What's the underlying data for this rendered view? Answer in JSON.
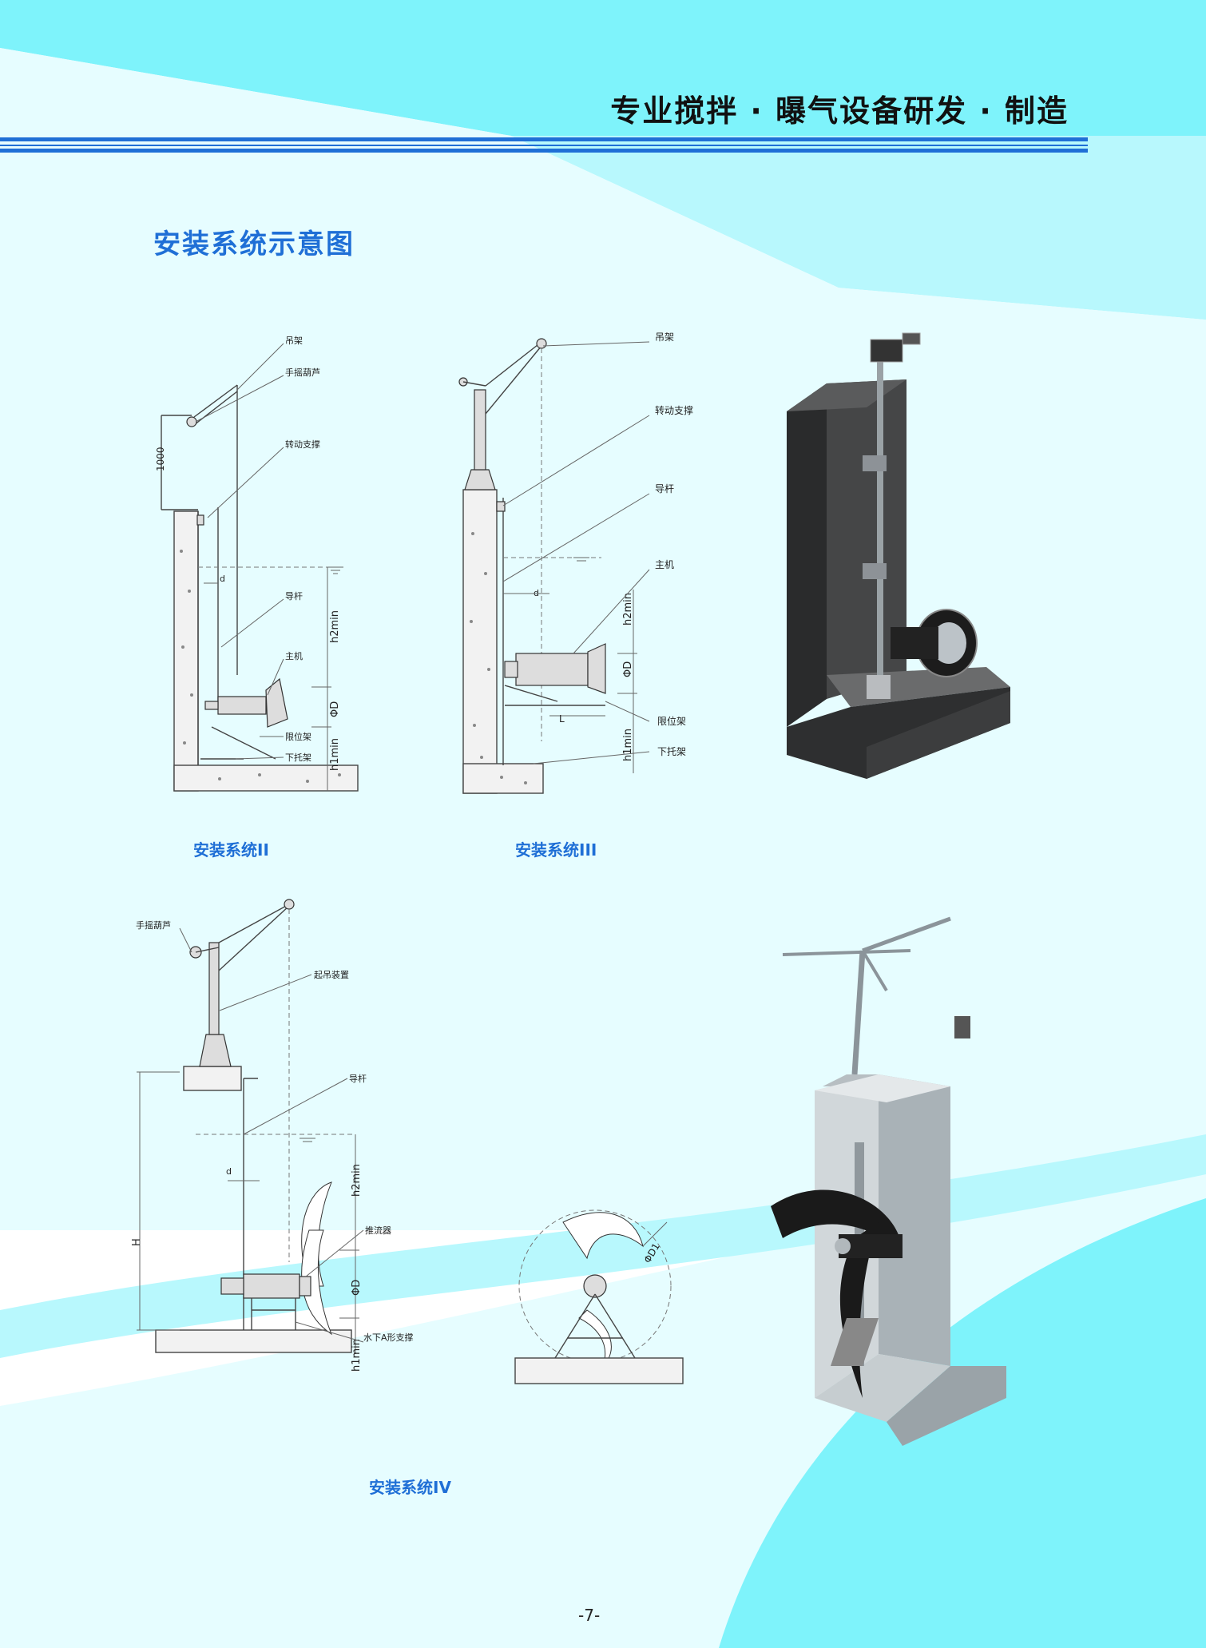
{
  "header": {
    "title": "专业搅拌 · 曝气设备研发 · 制造"
  },
  "section_title": "安装系统示意图",
  "colors": {
    "accent_blue": "#1f6fd6",
    "header_line": "#1f6fd6",
    "background_cyan": "#7ef3fb"
  },
  "diagram_ii": {
    "caption": "安装系统II",
    "labels": {
      "crane": "吊架",
      "hoist": "手摇葫芦",
      "rotating_support": "转动支撑",
      "height_1000": "1000",
      "d": "d",
      "guide_rod": "导杆",
      "main_unit": "主机",
      "limit_frame": "限位架",
      "lower_bracket": "下托架",
      "h2min": "h2min",
      "phiD": "ΦD",
      "h1min": "h1min"
    }
  },
  "diagram_iii": {
    "caption": "安装系统III",
    "labels": {
      "crane": "吊架",
      "rotating_support": "转动支撑",
      "guide_rod": "导杆",
      "main_unit": "主机",
      "d": "d",
      "h2min": "h2min",
      "phiD": "ΦD",
      "L": "L",
      "limit_frame": "限位架",
      "h1min": "h1min",
      "lower_bracket": "下托架"
    }
  },
  "diagram_iv": {
    "caption": "安装系统IV",
    "labels": {
      "hoist": "手摇葫芦",
      "lifting_device": "起吊装置",
      "guide_rod": "导杆",
      "d": "d",
      "h2min": "h2min",
      "H": "H",
      "propeller": "推流器",
      "phiD": "ΦD",
      "underwater_support": "水下A形支撑",
      "h1min": "h1min",
      "phiD1": "ΦD1"
    }
  },
  "page_number": "-7-"
}
